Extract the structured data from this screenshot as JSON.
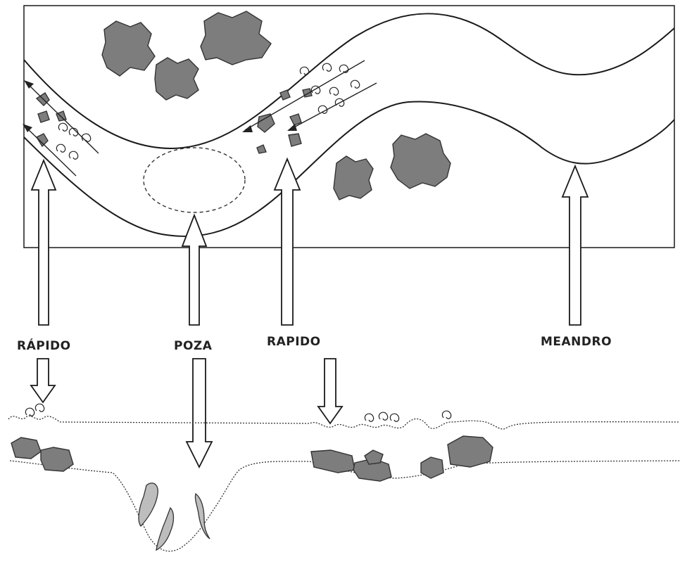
{
  "labels": {
    "rapido_1": "RÁPIDO",
    "poza": "POZA",
    "rapido_2": "RAPIDO",
    "meandro": "MEANDRO"
  },
  "colors": {
    "rock_fill": "#7d7d7d",
    "line": "#1a1a1a",
    "background": "#ffffff"
  }
}
